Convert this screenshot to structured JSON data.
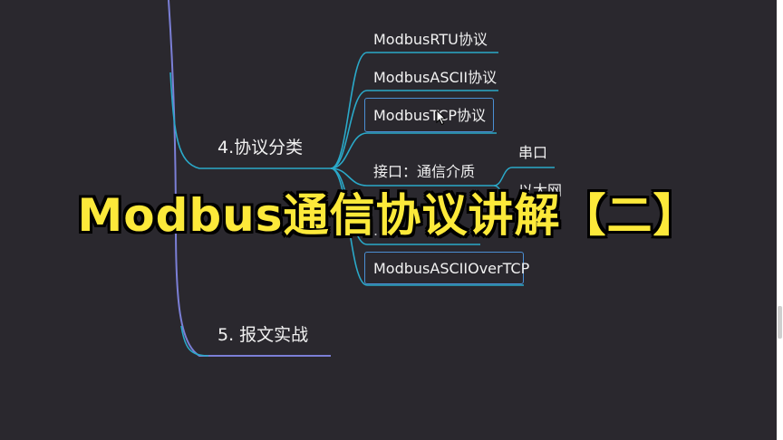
{
  "colors": {
    "background": "#2a282e",
    "link": "#2aa9c9",
    "trunk": "#7b7fd6",
    "title": "#fce93a",
    "node_border": "#4a8fd4"
  },
  "mindmap": {
    "protocol_category": {
      "label": "4.协议分类",
      "children": [
        "ModbusRTU协议",
        "ModbusASCII协议",
        "ModbusTCP协议"
      ],
      "interface_node": {
        "label": "接口：通信介质",
        "children": [
          "串口",
          "以太网"
        ]
      },
      "partial_node": "...v",
      "last_child": "ModbusASCIIOverTCP"
    },
    "practice": {
      "label": "5. 报文实战"
    }
  },
  "overlay_title": "Modbus通信协议讲解【二】",
  "icons": {
    "cursor": "mouse-pointer-icon"
  }
}
